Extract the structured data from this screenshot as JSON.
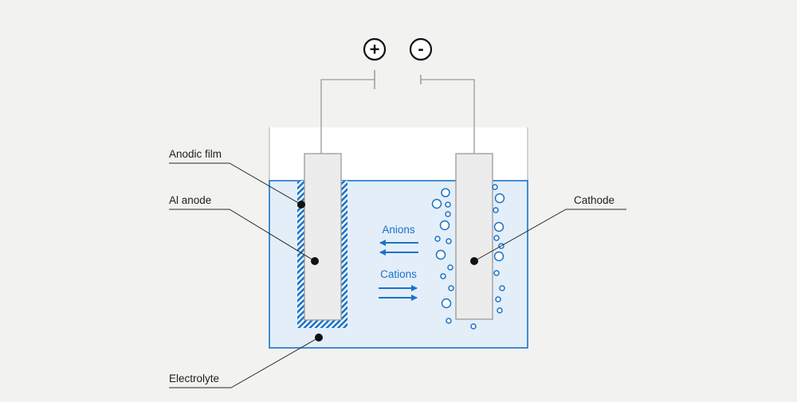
{
  "colors": {
    "background": "#f2f2f0",
    "electrolyte_fill": "#e3eef9",
    "electrolyte_border": "#1a73c8",
    "accent_blue": "#1a73c8",
    "wire": "#9a9a9a",
    "electrode_fill": "#ececec",
    "text": "#1f1f1f"
  },
  "terminals": {
    "positive": "+",
    "negative": "-"
  },
  "labels": {
    "anodic_film": "Anodic film",
    "al_anode": "Al anode",
    "electrolyte": "Electrolyte",
    "cathode": "Cathode"
  },
  "ion_flow": {
    "anions": "Anions",
    "cations": "Cations"
  }
}
